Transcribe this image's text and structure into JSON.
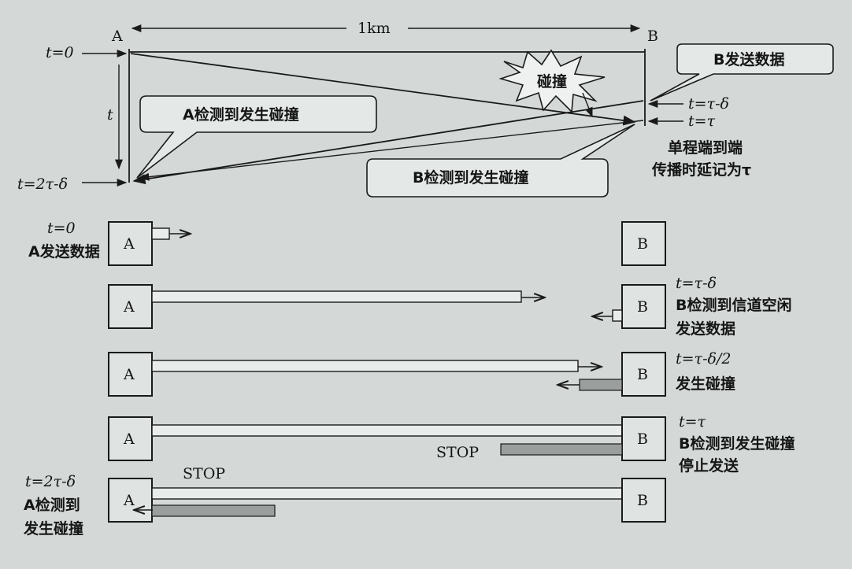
{
  "top": {
    "label_a": "A",
    "label_b": "B",
    "distance": "1km",
    "t0": "t=0",
    "t_axis": "t",
    "t_2tau_delta": "t=2τ-δ",
    "t_tau_delta": "t=τ-δ",
    "t_tau": "t=τ",
    "collision": "碰撞",
    "callout_b_send": "B发送数据",
    "callout_a_detect": "A检测到发生碰撞",
    "callout_b_detect": "B检测到发生碰撞",
    "note_line1": "单程端到端",
    "note_line2": "传播时延记为τ"
  },
  "rows": [
    {
      "a": "A",
      "b": "B",
      "left_label_1": "t=0",
      "left_label_2": "A发送数据",
      "right_label_1": "",
      "right_label_2": "",
      "right_label_3": ""
    },
    {
      "a": "A",
      "b": "B",
      "right_label_1": "t=τ-δ",
      "right_label_2": "B检测到信道空闲",
      "right_label_3": "发送数据"
    },
    {
      "a": "A",
      "b": "B",
      "right_label_1": "t=τ-δ/2",
      "right_label_2": "发生碰撞",
      "right_label_3": ""
    },
    {
      "a": "A",
      "b": "B",
      "right_label_1": "t=τ",
      "right_label_2": "B检测到发生碰撞",
      "right_label_3": "停止发送",
      "stop": "STOP"
    },
    {
      "a": "A",
      "b": "B",
      "left_label_1": "t=2τ-δ",
      "left_label_2": "A检测到",
      "left_label_3": "发生碰撞",
      "stop": "STOP"
    }
  ]
}
